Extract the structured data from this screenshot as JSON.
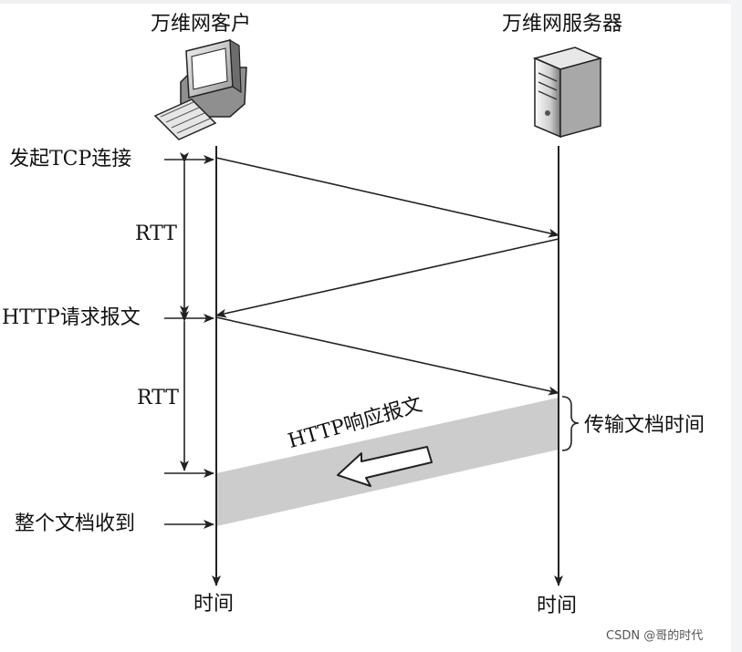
{
  "client": {
    "title": "万维网客户"
  },
  "server": {
    "title": "万维网服务器"
  },
  "steps": {
    "tcp": "发起TCP连接",
    "rtt1": "RTT",
    "request": "HTTP请求报文",
    "rtt2": "RTT",
    "response": "HTTP响应报文",
    "transfer": "传输文档时间",
    "received": "整个文档收到"
  },
  "axis": {
    "client_time": "时间",
    "server_time": "时间"
  },
  "watermark": "CSDN @哥的时代",
  "colors": {
    "line": "#222222",
    "band": "#cccccc"
  },
  "icons": [
    "desktop-computer-icon",
    "server-tower-icon",
    "hollow-arrow-icon"
  ]
}
